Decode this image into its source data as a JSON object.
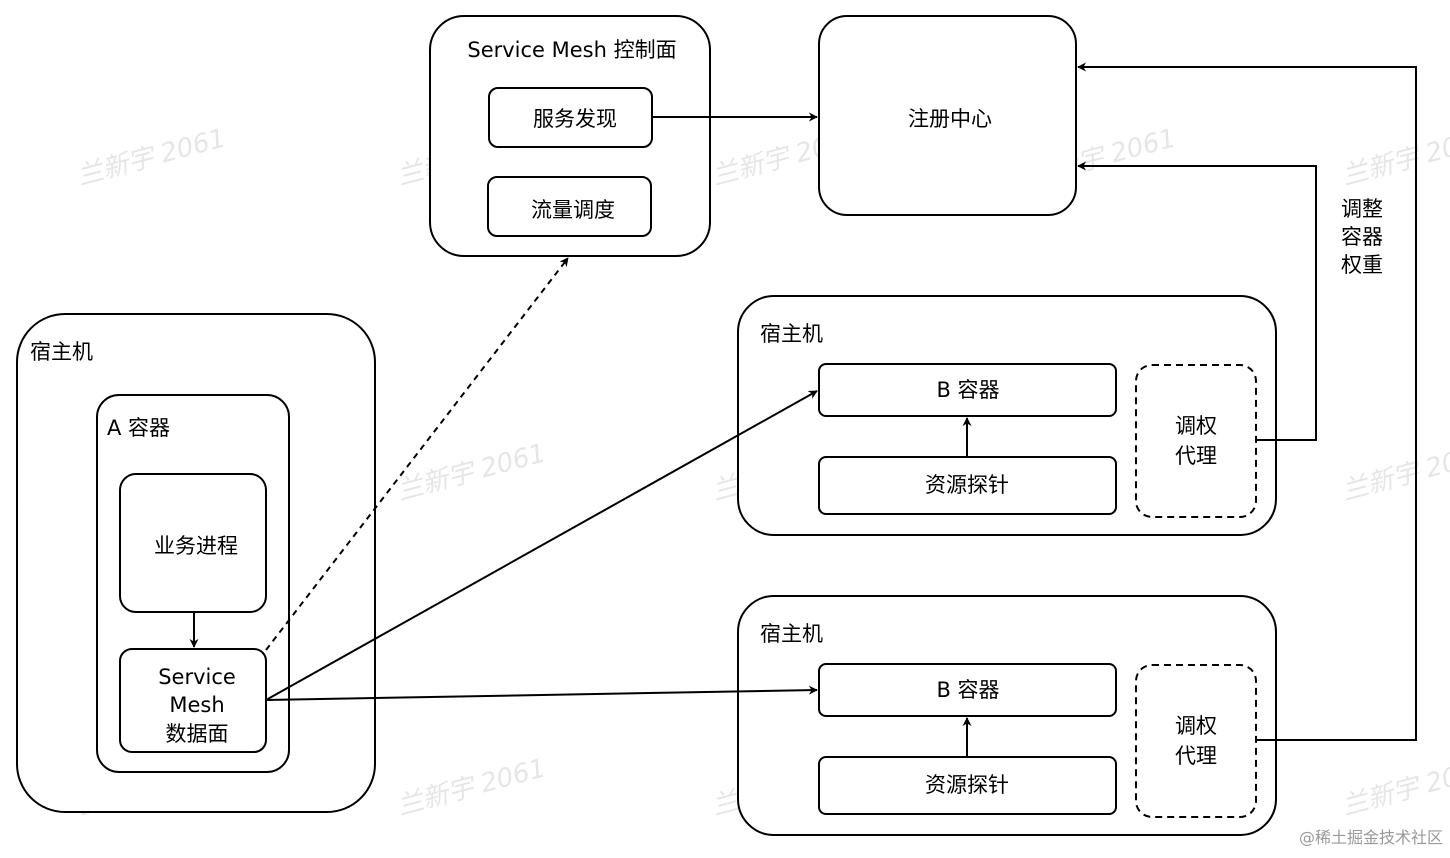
{
  "nodes": {
    "control_plane_title": "Service Mesh 控制面",
    "service_discovery": "服务发现",
    "traffic_scheduling": "流量调度",
    "registry": "注册中心",
    "host_a": "宿主机",
    "container_a": "A 容器",
    "business_process": "业务进程",
    "data_plane_line1": "Service",
    "data_plane_line2": "Mesh",
    "data_plane_line3": "数据面",
    "host_b1": "宿主机",
    "container_b1": "B 容器",
    "probe_b1": "资源探针",
    "agent_b1_line1": "调权",
    "agent_b1_line2": "代理",
    "host_b2": "宿主机",
    "container_b2": "B 容器",
    "probe_b2": "资源探针",
    "agent_b2_line1": "调权",
    "agent_b2_line2": "代理"
  },
  "edge_labels": {
    "adjust_line1": "调整",
    "adjust_line2": "容器",
    "adjust_line3": "权重"
  },
  "watermark": "兰新宇 2061",
  "credit": "@稀土掘金技术社区"
}
